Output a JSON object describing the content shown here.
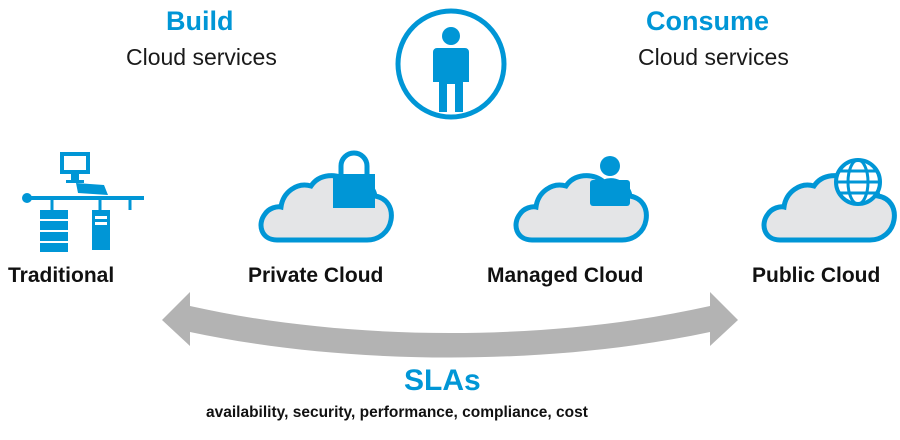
{
  "build": {
    "title": "Build",
    "subtitle": "Cloud services"
  },
  "consume": {
    "title": "Consume",
    "subtitle": "Cloud services"
  },
  "models": [
    {
      "label": "Traditional",
      "icon": "server-network-icon"
    },
    {
      "label": "Private Cloud",
      "icon": "cloud-lock-icon"
    },
    {
      "label": "Managed Cloud",
      "icon": "cloud-user-icon"
    },
    {
      "label": "Public Cloud",
      "icon": "cloud-globe-icon"
    }
  ],
  "slas": {
    "title": "SLAs",
    "subtitle": "availability, security, performance, compliance, cost"
  },
  "colors": {
    "accent": "#0096d6",
    "cloud_fill": "#e4e5e7",
    "arrow": "#b3b3b3"
  }
}
